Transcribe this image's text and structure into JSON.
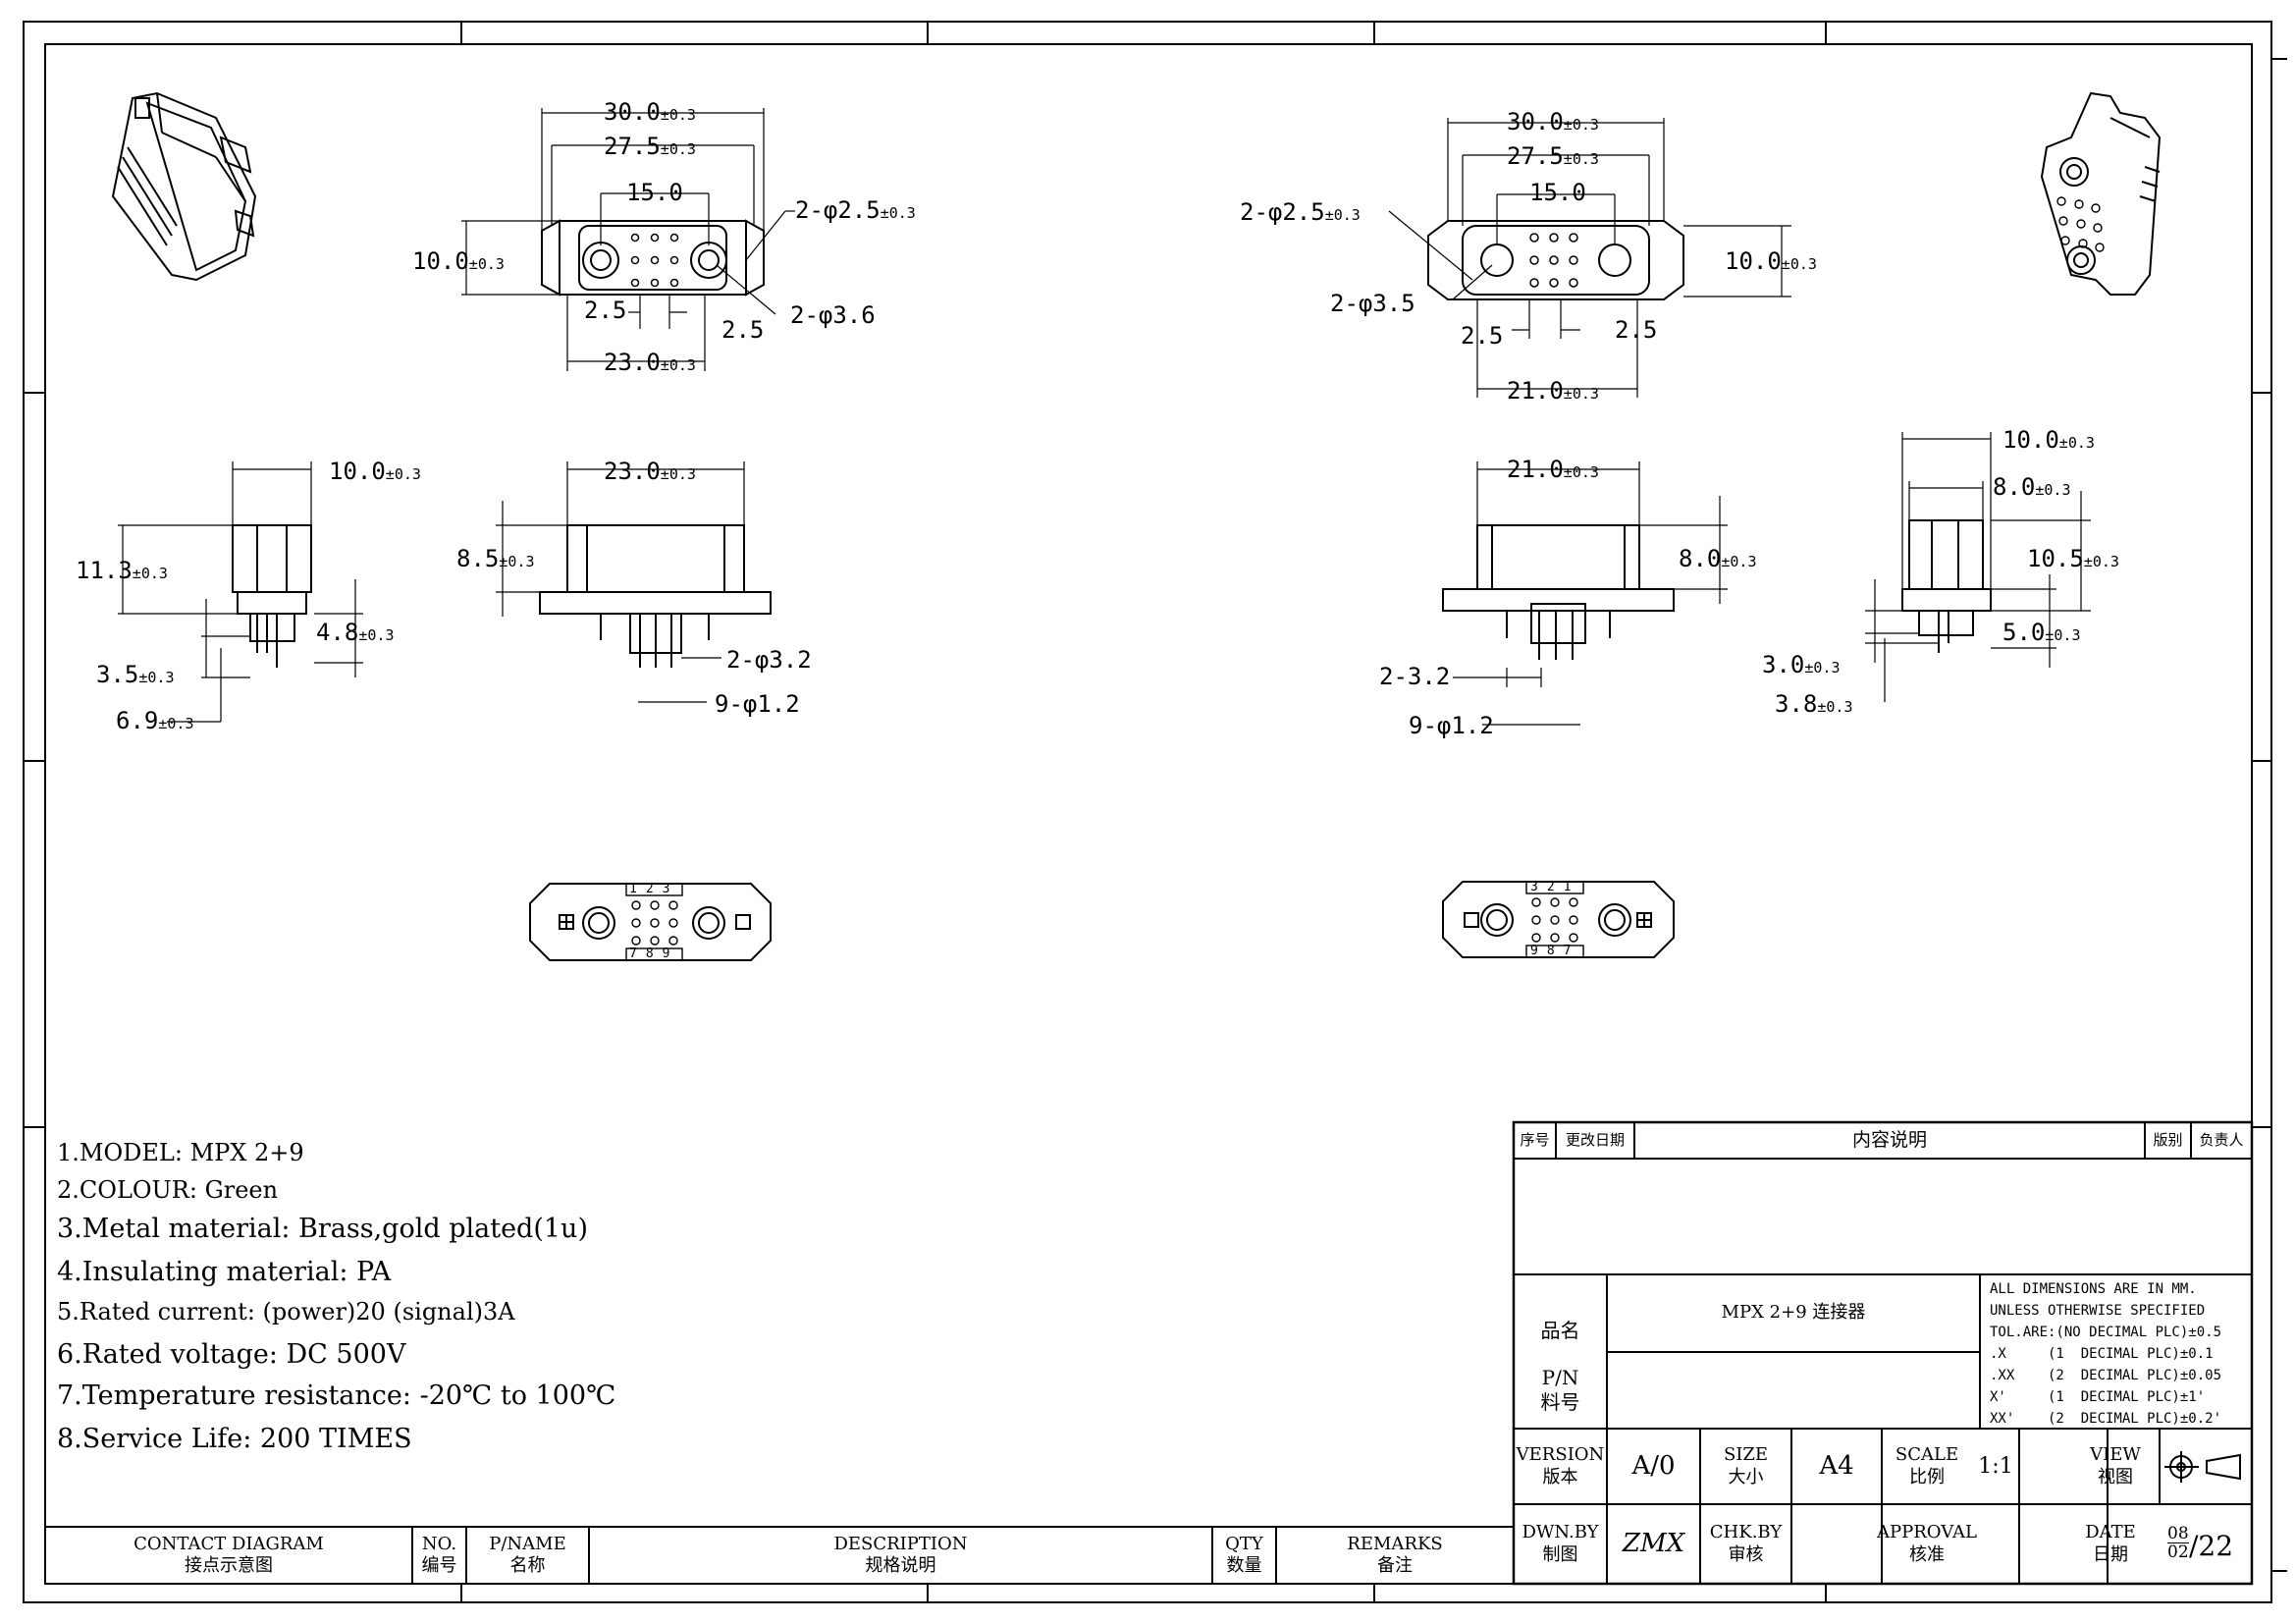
{
  "specs": [
    "1.MODEL: MPX 2+9",
    "2.COLOUR: Green",
    "3.Metal material: Brass,gold plated(1u)",
    "4.Insulating material: PA",
    "5.Rated current: (power)20 (signal)3A",
    "6.Rated voltage: DC 500V",
    "7.Temperature resistance: -20℃ to 100℃",
    "8.Service Life: 200 TIMES"
  ],
  "revision_table": {
    "col_no": "序号",
    "col_date": "更改日期",
    "col_content": "内容说明",
    "col_rev": "版别",
    "col_owner": "负责人"
  },
  "title_block": {
    "product_name_label": "品名",
    "product_name_value": "MPX 2+9  连接器",
    "pn_label_en": "P/N",
    "pn_label_cn": "料号",
    "tolerance_notes": [
      "ALL DIMENSIONS ARE IN MM.",
      "UNLESS OTHERWISE SPECIFIED",
      "TOL.ARE:(NO DECIMAL PLC)±0.5",
      ".X     (1  DECIMAL PLC)±0.1",
      ".XX    (2  DECIMAL PLC)±0.05",
      "X'     (1  DECIMAL PLC)±1'",
      "XX'    (2  DECIMAL PLC)±0.2'"
    ],
    "version_en": "VERSION",
    "version_cn": "版本",
    "version_value": "A/0",
    "size_en": "SIZE",
    "size_cn": "大小",
    "size_value": "A4",
    "scale_en": "SCALE",
    "scale_cn": "比例",
    "scale_value": "1:1",
    "view_en": "VIEW",
    "view_cn": "视图",
    "dwn_en": "DWN.BY",
    "dwn_cn": "制图",
    "dwn_value": "ZMX",
    "chk_en": "CHK.BY",
    "chk_cn": "审核",
    "approval_en": "APPROVAL",
    "approval_cn": "核准",
    "date_en": "DATE",
    "date_cn": "日期",
    "date_top": "08",
    "date_bottom": "02",
    "date_year": "/22"
  },
  "bottom_table": {
    "contact_en": "CONTACT DIAGRAM",
    "contact_cn": "接点示意图",
    "no_en": "NO.",
    "no_cn": "编号",
    "pname_en": "P/NAME",
    "pname_cn": "名称",
    "desc_en": "DESCRIPTION",
    "desc_cn": "规格说明",
    "qty_en": "QTY",
    "qty_cn": "数量",
    "remarks_en": "REMARKS",
    "remarks_cn": "备注"
  },
  "dims_left": {
    "w30": "30.0",
    "w27": "27.5",
    "w15": "15.0",
    "hole25": "2-φ2.5",
    "h10": "10.0",
    "p25a": "2.5",
    "p25b": "2.5",
    "hole36": "2-φ3.6",
    "w23": "23.0",
    "side10": "10.0",
    "side113": "11.3",
    "side48": "4.8",
    "side35": "3.5",
    "side69": "6.9",
    "front23": "23.0",
    "front85": "8.5",
    "pin32": "2-φ3.2",
    "pin12": "9-φ1.2"
  },
  "dims_right": {
    "w30": "30.0",
    "w27": "27.5",
    "w15": "15.0",
    "hole25": "2-φ2.5",
    "h10": "10.0",
    "hole35": "2-φ3.5",
    "p25a": "2.5",
    "p25b": "2.5",
    "w21": "21.0",
    "front21": "21.0",
    "front80": "8.0",
    "pin32": "2-3.2",
    "pin12": "9-φ1.2",
    "side10": "10.0",
    "side8": "8.0",
    "side105": "10.5",
    "side50": "5.0",
    "side30": "3.0",
    "side38": "3.8"
  },
  "tol_suffix": "±0.3",
  "pin_labels_left_top": [
    "1",
    "2",
    "3"
  ],
  "pin_labels_left_bottom": [
    "7",
    "8",
    "9"
  ],
  "pin_labels_right_top": [
    "3",
    "2",
    "1"
  ],
  "pin_labels_right_bottom": [
    "9",
    "8",
    "7"
  ]
}
